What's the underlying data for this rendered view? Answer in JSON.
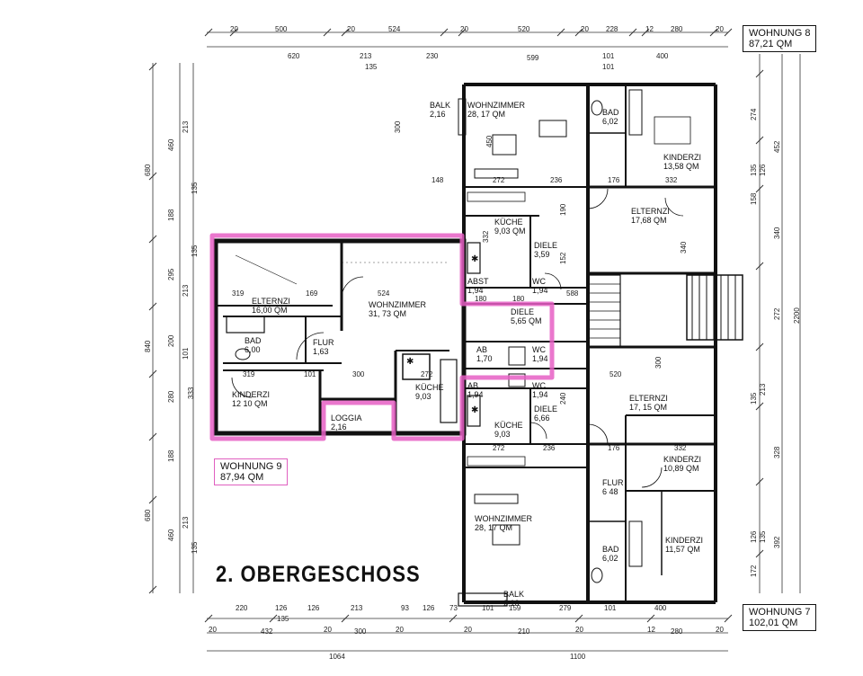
{
  "sheet_title": "2. OBERGESCHOSS",
  "highlight_color": "#e65fc4",
  "units": [
    {
      "line1": "WOHNUNG 8",
      "line2": "87,21 QM"
    },
    {
      "line1": "WOHNUNG 9",
      "line2": "87,94 QM"
    },
    {
      "line1": "WOHNUNG 7",
      "line2": "102,01 QM"
    }
  ],
  "rooms": {
    "balk_top": {
      "name": "BALK",
      "area": "2,16"
    },
    "wohnzimmer_8": {
      "name": "WOHNZIMMER",
      "area": "28, 17 QM"
    },
    "bad_8": {
      "name": "BAD",
      "area": "6,02"
    },
    "kinderzi_8": {
      "name": "KINDERZI",
      "area": "13,58 QM"
    },
    "kuche_8": {
      "name": "KÜCHE",
      "area": "9,03 QM"
    },
    "diele_8": {
      "name": "DIELE",
      "area": "3,59"
    },
    "elternzi_8": {
      "name": "ELTERNZI",
      "area": "17,68 QM"
    },
    "abst_8": {
      "name": "ABST",
      "area": "1,94"
    },
    "wc_8": {
      "name": "WC",
      "area": "1,94"
    },
    "elternzi_9": {
      "name": "ELTERNZI",
      "area": "16,00 QM"
    },
    "wohnzimmer_9": {
      "name": "WOHNZIMMER",
      "area": "31, 73 QM"
    },
    "bad_9": {
      "name": "BAD",
      "area": "6,00"
    },
    "flur_9": {
      "name": "FLUR",
      "area": "1,63"
    },
    "kinderzi_9": {
      "name": "KINDERZI",
      "area": "12 10 QM"
    },
    "loggia_9": {
      "name": "LOGGIA",
      "area": "2,16"
    },
    "kuche_9": {
      "name": "KÜCHE",
      "area": "9,03"
    },
    "diele_mid": {
      "name": "DIELE",
      "area": "5,65 QM"
    },
    "ab_1": {
      "name": "AB",
      "area": "1,70"
    },
    "wc_mid": {
      "name": "WC",
      "area": "1,94"
    },
    "ab_2": {
      "name": "AB",
      "area": "1,94"
    },
    "wc_low": {
      "name": "WC",
      "area": "1,94"
    },
    "elternzi_7": {
      "name": "ELTERNZI",
      "area": "17, 15 QM"
    },
    "diele_7": {
      "name": "DIELE",
      "area": "6,66"
    },
    "kuche_7": {
      "name": "KÜCHE",
      "area": "9,03"
    },
    "kinderzi_7a": {
      "name": "KINDERZI",
      "area": "10,89 QM"
    },
    "flur_7": {
      "name": "FLUR",
      "area": "6 48"
    },
    "wohnzimmer_7": {
      "name": "WOHNZIMMER",
      "area": "28, 17 QM"
    },
    "bad_7": {
      "name": "BAD",
      "area": "6,02"
    },
    "kinderzi_7b": {
      "name": "KINDERZI",
      "area": "11,57 QM"
    },
    "balk_bottom": {
      "name": "BALK",
      "area": "2,16"
    }
  },
  "dims_top_row1": [
    "20",
    "500",
    "20",
    "524",
    "20",
    "520",
    "20",
    "228",
    "12",
    "280",
    "20"
  ],
  "dims_top_row2": [
    "620",
    "213",
    "135",
    "230",
    "599",
    "101",
    "101",
    "400"
  ],
  "dims_bottom_row1": [
    "220",
    "126",
    "135",
    "126",
    "213",
    "93",
    "126",
    "73",
    "101",
    "159",
    "279",
    "101",
    "400"
  ],
  "dims_bottom_row2": [
    "20",
    "432",
    "20",
    "300",
    "20",
    "20",
    "210",
    "20",
    "12",
    "280",
    "20"
  ],
  "dims_bottom_row3": [
    "1064",
    "1100"
  ],
  "dims_left": [
    "680",
    "460",
    "213",
    "135",
    "188",
    "295",
    "213",
    "135",
    "840",
    "200",
    "101",
    "333",
    "280",
    "188",
    "680",
    "460",
    "213",
    "135"
  ],
  "dims_right": [
    "274",
    "452",
    "135",
    "126",
    "158",
    "340",
    "2200",
    "272",
    "135",
    "213",
    "328",
    "126",
    "135",
    "392",
    "172"
  ],
  "dims_interior": [
    "148",
    "272",
    "236",
    "176",
    "332",
    "319",
    "169",
    "524",
    "319",
    "101",
    "300",
    "272",
    "180",
    "180",
    "588",
    "520",
    "176",
    "332",
    "236",
    "272",
    "340",
    "300",
    "450",
    "300",
    "332",
    "152",
    "190",
    "240"
  ]
}
